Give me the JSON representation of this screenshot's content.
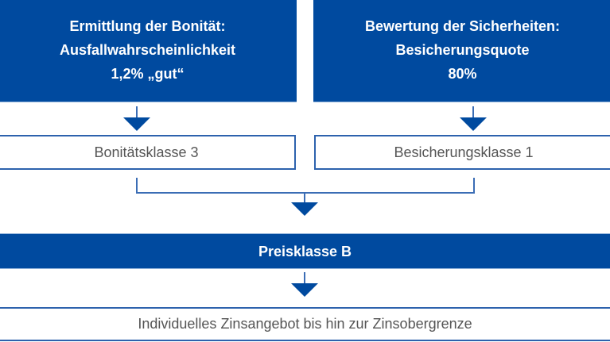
{
  "diagram": {
    "top_left": {
      "title": "Ermittlung der Bonität:",
      "subtitle": "Ausfallwahrscheinlichkeit",
      "value": "1,2% „gut“"
    },
    "top_right": {
      "title": "Bewertung der Sicherheiten:",
      "subtitle": "Besicherungsquote",
      "value": "80%"
    },
    "class_left": "Bonitätsklasse 3",
    "class_right": "Besicherungsklasse 1",
    "price_class": "Preisklasse B",
    "result": "Individuelles Zinsangebot bis hin zur Zinsobergrenze",
    "colors": {
      "primary_blue": "#004a9f",
      "line_blue": "#3b6db5",
      "text_gray": "#555555"
    }
  }
}
